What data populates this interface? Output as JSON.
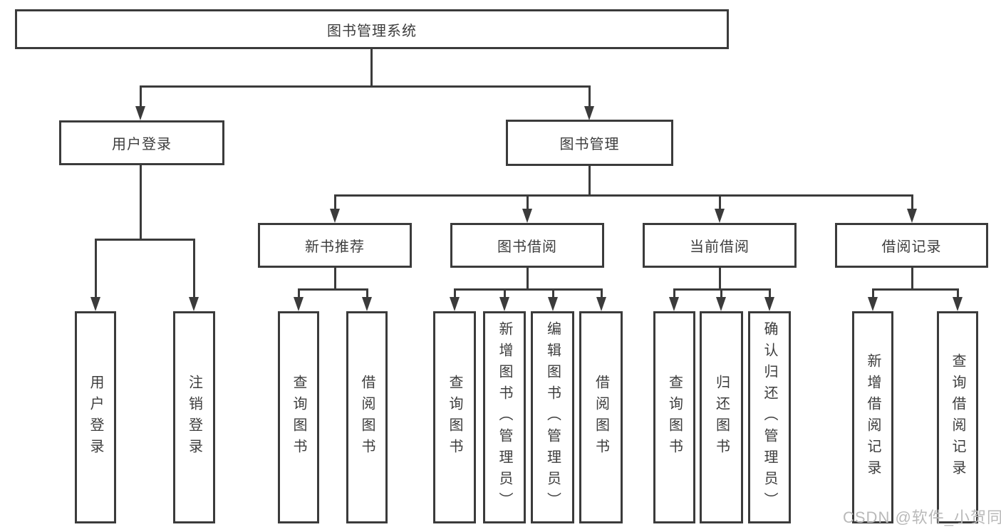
{
  "diagram": {
    "root": {
      "label": "图书管理系统"
    },
    "branches": [
      {
        "label": "用户登录",
        "children": [
          {
            "label": "用户登录"
          },
          {
            "label": "注销登录"
          }
        ]
      },
      {
        "label": "图书管理",
        "children": [
          {
            "label": "新书推荐",
            "children": [
              {
                "label": "查询图书"
              },
              {
                "label": "借阅图书"
              }
            ]
          },
          {
            "label": "图书借阅",
            "children": [
              {
                "label": "查询图书"
              },
              {
                "label": "新增图书（管理员）"
              },
              {
                "label": "编辑图书（管理员）"
              },
              {
                "label": "借阅图书"
              }
            ]
          },
          {
            "label": "当前借阅",
            "children": [
              {
                "label": "查询图书"
              },
              {
                "label": "归还图书"
              },
              {
                "label": "确认归还（管理员）"
              }
            ]
          },
          {
            "label": "借阅记录",
            "children": [
              {
                "label": "新增借阅记录"
              },
              {
                "label": "查询借阅记录"
              }
            ]
          }
        ]
      }
    ]
  },
  "watermark": {
    "text": "CSDN @软件_小贺同学"
  },
  "colors": {
    "line": "#3b3b3b",
    "text": "#3d3d3d",
    "watermark": "#b9b9b9",
    "background": "#ffffff"
  }
}
